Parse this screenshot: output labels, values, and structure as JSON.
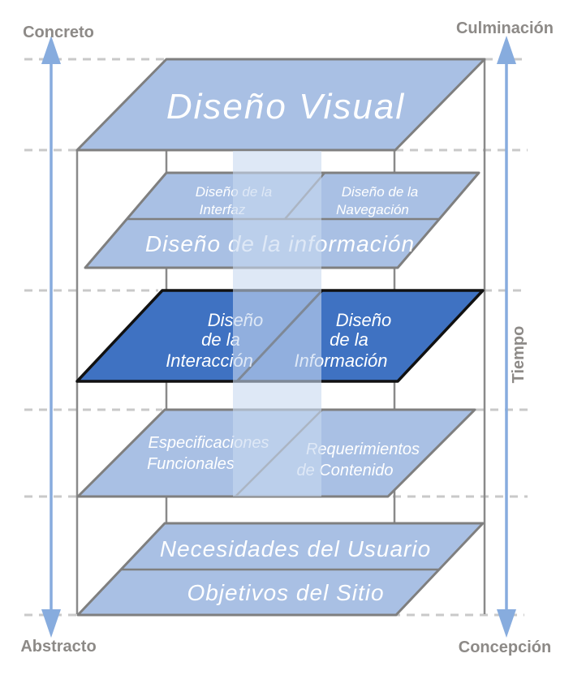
{
  "axes": {
    "concrete": "Concreto",
    "abstract": "Abstracto",
    "culmination": "Culminación",
    "conception": "Concepción",
    "time": "Tiempo"
  },
  "layers": {
    "visual_design": {
      "label": "Diseño Visual"
    },
    "interface_design": {
      "line1": "Diseño de la",
      "line2": "Interfaz"
    },
    "navigation_design": {
      "line1": "Diseño de la",
      "line2": "Navegación"
    },
    "information_design_band": {
      "label": "Diseño de la información"
    },
    "interaction_design": {
      "line1": "Diseño",
      "line2": "de la",
      "line3": "Interacción"
    },
    "information_design": {
      "line1": "Diseño",
      "line2": "de la",
      "line3": "Información"
    },
    "functional_specs": {
      "line1": "Especificaciones",
      "line2": "Funcionales"
    },
    "content_requirements": {
      "line1": "Requerimientos",
      "line2": "de Contenido"
    },
    "user_needs": {
      "label": "Necesidades del Usuario"
    },
    "site_objectives": {
      "label": "Objetivos del Sitio"
    }
  },
  "colors": {
    "plane_light": "#a9c0e4",
    "plane_dark": "#3f72c2",
    "plane_border_gray": "#7f7f7f",
    "plane_border_dark": "#111111",
    "arrow_blue": "#87acde",
    "label_gray": "#8d8a87",
    "dash_gray": "#c9c9c9",
    "highlight_band": "#c8d8f0"
  }
}
